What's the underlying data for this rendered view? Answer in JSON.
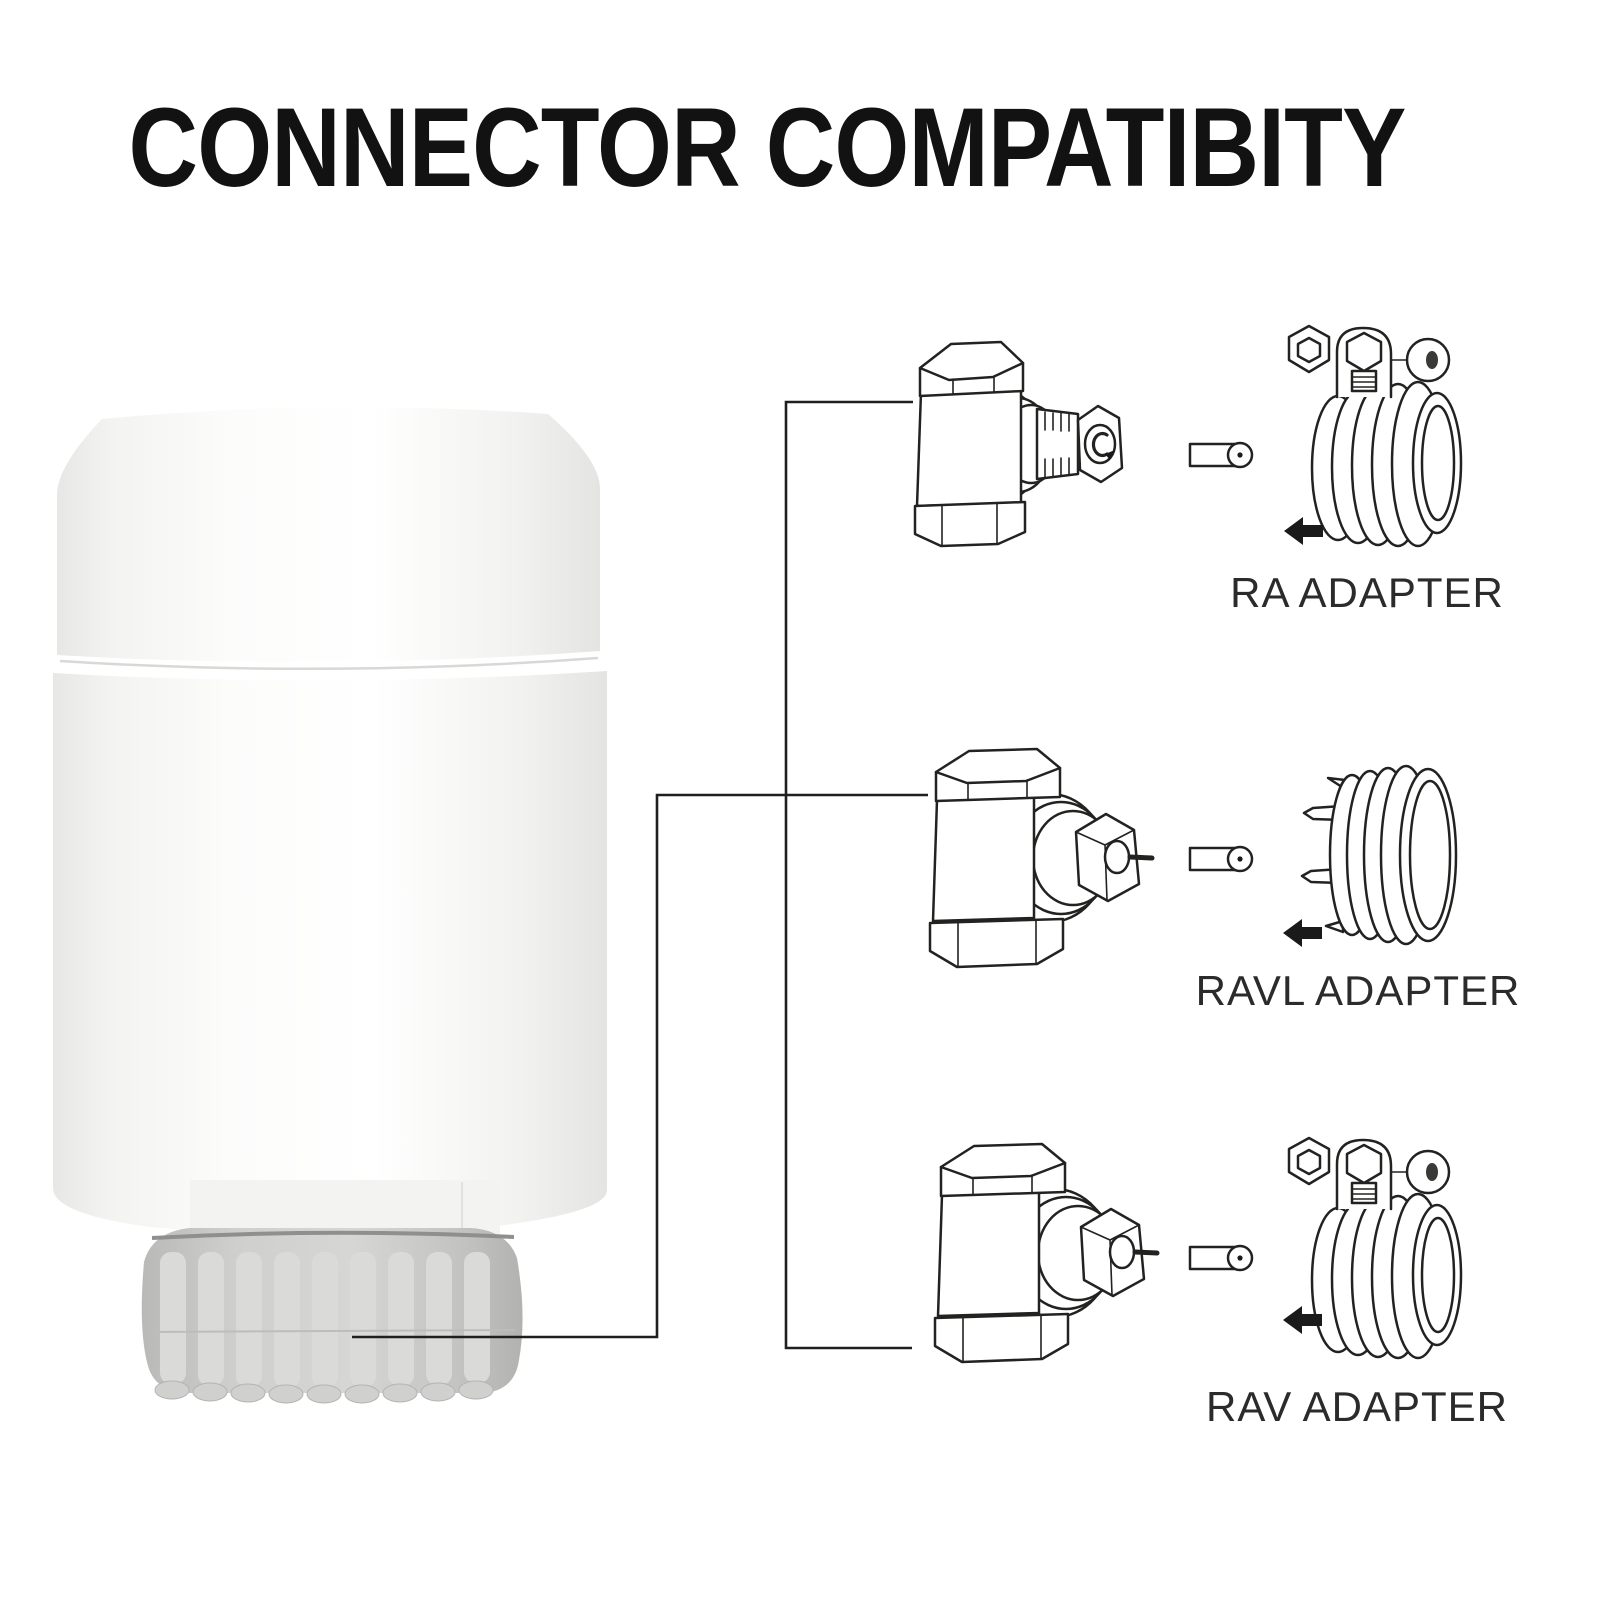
{
  "title": "CONNECTOR COMPATIBITY",
  "adapters": [
    {
      "label": "RA ADAPTER"
    },
    {
      "label": "RAVL ADAPTER"
    },
    {
      "label": "RAV ADAPTER"
    }
  ],
  "icons": {
    "direction_arrows": "left-arrow",
    "arrow_meaning": "adapter mounts toward valve"
  },
  "colors": {
    "background": "#ffffff",
    "line_art": "#222220",
    "title_text": "#121212",
    "label_text": "#2b2b2b",
    "device_body": "#f6f6f4",
    "device_edge_shade": "#e6e6e4",
    "device_ring_nut": "#c6c6c4",
    "ring_nut_flute": "#dadad8",
    "arrow": "#1a1a1a"
  }
}
